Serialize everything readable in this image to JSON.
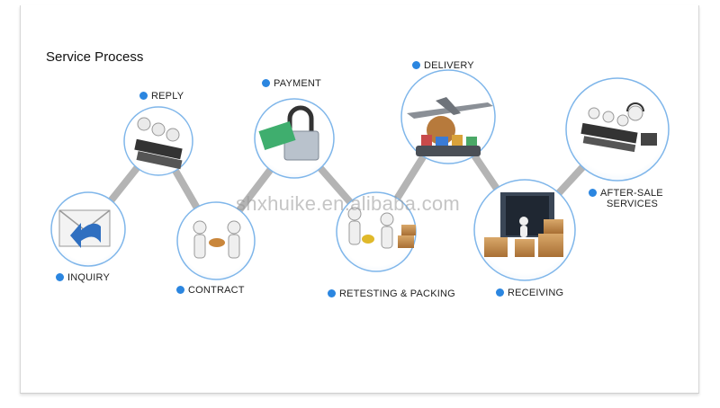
{
  "title": "Service Process",
  "watermark": "shxhuike.en.alibaba.com",
  "colors": {
    "accent": "#2b86e0",
    "connector": "#b4b4b4",
    "ring": "#7fb6ea"
  },
  "steps": [
    {
      "label": "INQUIRY",
      "icon": "envelope-icon"
    },
    {
      "label": "REPLY",
      "icon": "call-center-icon"
    },
    {
      "label": "CONTRACT",
      "icon": "handshake-icon"
    },
    {
      "label": "PAYMENT",
      "icon": "padlock-card-icon"
    },
    {
      "label": "RETESTING & PACKING",
      "icon": "packing-icon"
    },
    {
      "label": "DELIVERY",
      "icon": "airplane-globe-icon"
    },
    {
      "label": "RECEIVING",
      "icon": "container-boxes-icon"
    },
    {
      "label_line1": "AFTER-SALE",
      "label_line2": "SERVICES",
      "icon": "support-team-icon"
    }
  ]
}
